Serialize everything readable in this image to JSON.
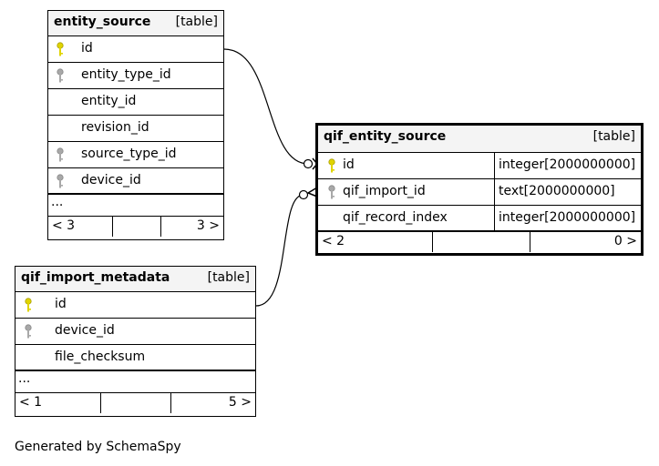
{
  "tables": {
    "entity_source": {
      "name": "entity_source",
      "kind": "[table]",
      "columns": [
        {
          "name": "id",
          "key": "primary"
        },
        {
          "name": "entity_type_id",
          "key": "foreign"
        },
        {
          "name": "entity_id",
          "key": "none"
        },
        {
          "name": "revision_id",
          "key": "none"
        },
        {
          "name": "source_type_id",
          "key": "foreign"
        },
        {
          "name": "device_id",
          "key": "foreign"
        }
      ],
      "more": "...",
      "footer_left": "< 3",
      "footer_right": "3 >"
    },
    "qif_entity_source": {
      "name": "qif_entity_source",
      "kind": "[table]",
      "columns": [
        {
          "name": "id",
          "key": "primary",
          "type": "integer[2000000000]"
        },
        {
          "name": "qif_import_id",
          "key": "foreign",
          "type": "text[2000000000]"
        },
        {
          "name": "qif_record_index",
          "key": "none",
          "type": "integer[2000000000]"
        }
      ],
      "footer_left": "< 2",
      "footer_right": "0 >"
    },
    "qif_import_metadata": {
      "name": "qif_import_metadata",
      "kind": "[table]",
      "columns": [
        {
          "name": "id",
          "key": "primary"
        },
        {
          "name": "device_id",
          "key": "foreign"
        },
        {
          "name": "file_checksum",
          "key": "none"
        }
      ],
      "more": "...",
      "footer_left": "< 1",
      "footer_right": "5 >"
    }
  },
  "icons": {
    "primary_key": "key-icon-yellow",
    "foreign_key": "key-icon-gray"
  },
  "colors": {
    "primary_key": "#e0d400",
    "foreign_key": "#a8a8a8",
    "header_bg": "#f4f4f4"
  },
  "footer_note": "Generated by SchemaSpy"
}
